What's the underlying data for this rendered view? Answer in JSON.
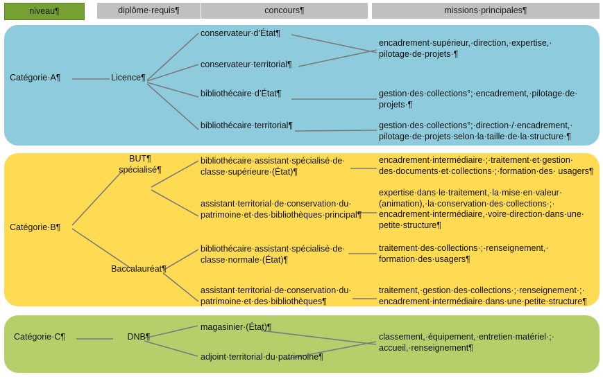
{
  "header": {
    "columns": [
      {
        "id": "niveau",
        "label": "niveau¶",
        "color": "#76a033",
        "text_color": "#1a1a1a"
      },
      {
        "id": "diplome",
        "label": "diplôme·requis¶",
        "color": "#c0c0c0",
        "text_color": "#1a1a1a"
      },
      {
        "id": "concours",
        "label": "concours¶",
        "color": "#c0c0c0",
        "text_color": "#1a1a1a"
      },
      {
        "id": "missions",
        "label": "missions·principales¶",
        "color": "#c0c0c0",
        "text_color": "#1a1a1a"
      }
    ]
  },
  "panels": {
    "a": {
      "color": "#8ecbdd"
    },
    "b": {
      "color": "#ffdb54"
    },
    "c": {
      "color": "#b5cf6b"
    }
  },
  "categories": {
    "a": {
      "level": "Catégorie·A¶",
      "diploma": "Licence¶",
      "concours": [
        "conservateur·d’État¶",
        "conservateur·territorial¶",
        "bibliothécaire·d’État¶",
        "bibliothécaire·territorial¶"
      ],
      "missions": [
        "encadrement·supérieur,·direction,·expertise,·\npilotage·de·projets·¶",
        "gestion·des·collections°;·encadrement,·pilotage·de·\nprojets·¶",
        "gestion·des·collections°;·direction·/·encadrement,·\npilotage·de·projets·selon·la·taille·de·la·structure·¶"
      ]
    },
    "b": {
      "level": "Catégorie·B¶",
      "diplomas": [
        "BUT¶\nspécialisé¶",
        "Baccalauréat¶"
      ],
      "concours": [
        "bibliothécaire·assistant·spécialisé·de·\nclasse·supérieure·(État)¶",
        "assistant·territorial·de·conservation·du·\npatrimoine·et·des·bibliothèques·principal¶",
        "bibliothécaire·assistant·spécialisé·de·\nclasse·normale·(État)¶",
        "assistant·territorial·de·conservation·du·\npatrimoine·et·des·bibliothèques¶"
      ],
      "missions": [
        "encadrement·intermédiaire·;·traitement·et·gestion·\ndes·documents·et·collections·;·formation·des·\nusagers¶",
        "expertise·dans·le·traitement,·la·mise·en·valeur·\n(animation),·la·conservation·des·collections·;·\nencadrement·intermédiaire,·voire·direction·dans·une·\npetite·structure¶",
        "traitement·des·collections·;·renseignement,·\nformation·des·usagers¶",
        "traitement,·gestion·des·collections·;·renseignement·;·\nencadrement·intermédiaire·dans·une·petite·structure¶"
      ]
    },
    "c": {
      "level": "Catégorie·C¶",
      "diploma": "DNB¶",
      "concours": [
        "magasinier·(État)¶",
        "adjoint·territorial·du·patrimoine¶"
      ],
      "missions": [
        "classement,·équipement,·entretien·matériel·;·\naccueil,·renseignement¶"
      ]
    }
  }
}
